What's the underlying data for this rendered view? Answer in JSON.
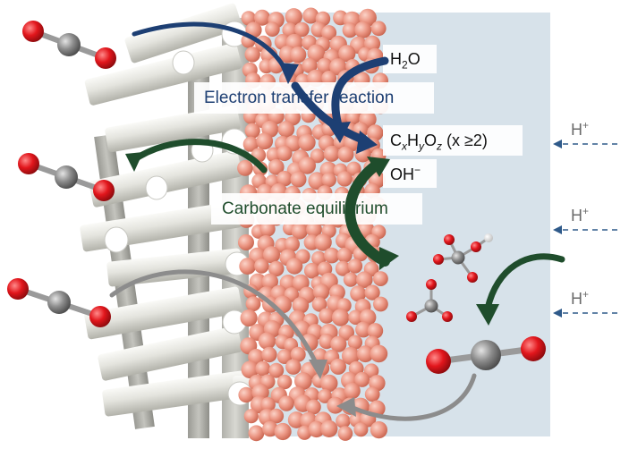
{
  "colors": {
    "electrolyte": "#d7e2ea",
    "particle": "#e9907e",
    "fiber": "#e8e8e2",
    "electron_arrow": "#1d3f73",
    "carbonate_arrow": "#1f4d2c",
    "co2_oxygen": "#d81f26",
    "co2_carbon": "#7d7d7d",
    "h_plus_arrow": "#2f5a8a"
  },
  "labels": {
    "electron_transfer": "Electron transfer reaction",
    "carbonate_equilibrium": "Carbonate equilibrium",
    "water": {
      "base": "H",
      "sub": "2",
      "tail": "O"
    },
    "product": {
      "c": "C",
      "x": "x",
      "h": "H",
      "y": "y",
      "o": "O",
      "z": "z",
      "cond": "(x ≥2)"
    },
    "hydroxide": {
      "base": "OH",
      "sup": "−"
    },
    "proton": {
      "base": "H",
      "sup": "+"
    }
  },
  "icons": [
    "co2-molecule-icon",
    "bicarbonate-molecule-icon",
    "carbonate-molecule-icon"
  ]
}
